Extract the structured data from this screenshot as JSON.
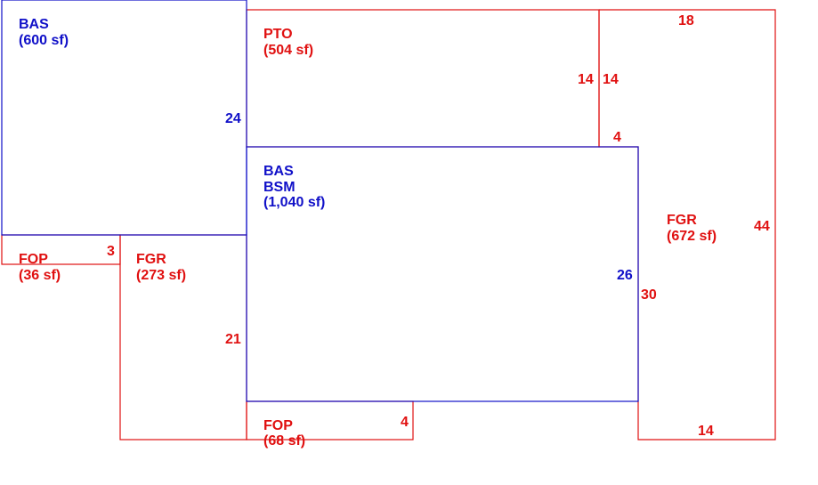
{
  "colors": {
    "blue": "#1010c8",
    "red": "#e01010"
  },
  "areas": {
    "bas_top": {
      "code": "BAS",
      "size": "(600 sf)"
    },
    "pto": {
      "code": "PTO",
      "size": "(504 sf)"
    },
    "bas_bsm": {
      "code1": "BAS",
      "code2": "BSM",
      "size": "(1,040 sf)"
    },
    "fgr_right": {
      "code": "FGR",
      "size": "(672 sf)"
    },
    "fop_left": {
      "code": "FOP",
      "size": "(36 sf)"
    },
    "fgr_left": {
      "code": "FGR",
      "size": "(273 sf)"
    },
    "fop_bottom": {
      "code": "FOP",
      "size": "(68 sf)"
    }
  },
  "dimensions": {
    "bas_top_side": "24",
    "pto_side": "14",
    "fgr_right_upper_side": "14",
    "fgr_right_top": "18",
    "fgr_right_step": "4",
    "fgr_right_side": "44",
    "fgr_right_inner_side": "30",
    "fgr_right_bottom": "14",
    "bas_bsm_side": "26",
    "fop_left_side": "3",
    "fgr_left_side": "21",
    "fop_bottom_side": "4"
  }
}
